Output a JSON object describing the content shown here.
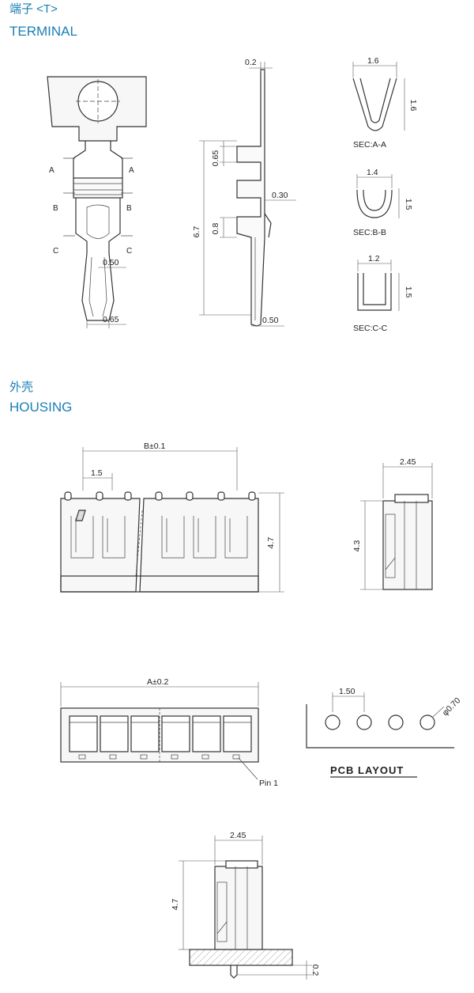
{
  "terminal": {
    "title_cn": "端子 <T>",
    "title_en": "TERMINAL"
  },
  "housing": {
    "title_cn": "外壳",
    "title_en": "HOUSING"
  },
  "terminal_front": {
    "sec_a": "A",
    "sec_b": "B",
    "sec_c": "C",
    "dim_050": "0.50",
    "dim_065": "0.65"
  },
  "terminal_side": {
    "dim_02": "0.2",
    "dim_065": "0.65",
    "dim_030": "0.30",
    "dim_67": "6.7",
    "dim_08": "0.8",
    "dim_050": "0.50"
  },
  "sections": {
    "aa": {
      "w": "1.6",
      "h": "1.6",
      "label": "SEC:A-A"
    },
    "bb": {
      "w": "1.4",
      "h": "1.5",
      "label": "SEC:B-B"
    },
    "cc": {
      "w": "1.2",
      "h": "1.5",
      "label": "SEC:C-C"
    }
  },
  "housing_front": {
    "dim_b": "B±0.1",
    "dim_pitch": "1.5",
    "dim_h": "4.7"
  },
  "housing_side": {
    "dim_w": "2.45",
    "dim_h": "4.3"
  },
  "housing_top": {
    "dim_a": "A±0.2",
    "pin1": "Pin 1"
  },
  "pcb": {
    "pitch": "1.50",
    "hole": "φ0.70",
    "label": "PCB LAYOUT"
  },
  "mounted": {
    "dim_w": "2.45",
    "dim_h": "4.7",
    "dim_b": "0.2"
  }
}
